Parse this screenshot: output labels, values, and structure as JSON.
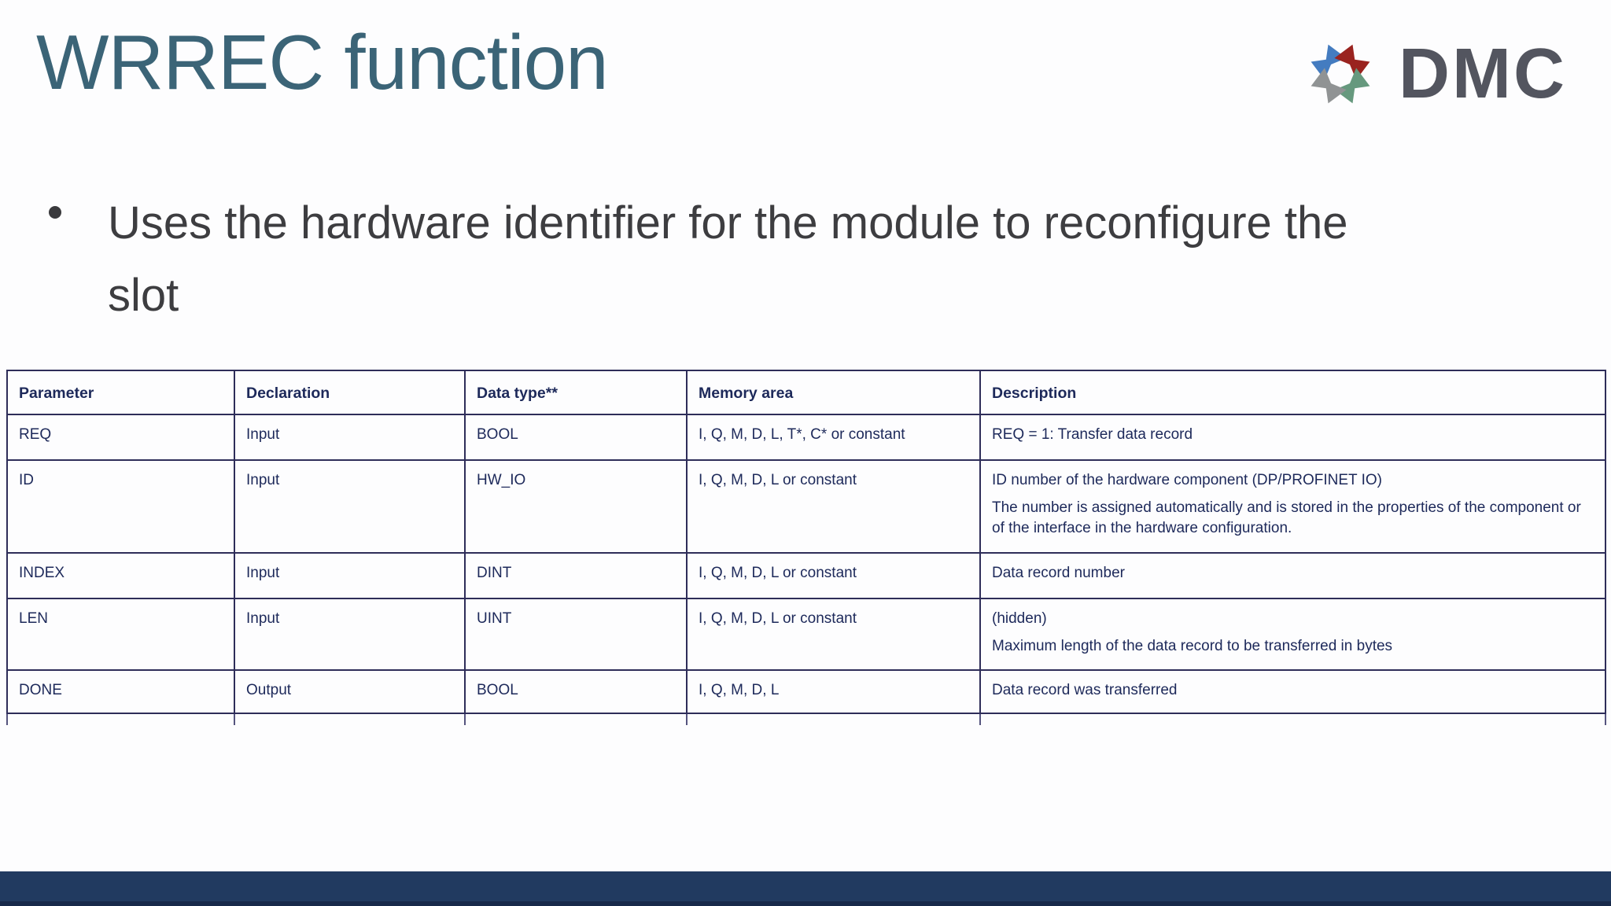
{
  "title": "WRREC function",
  "logo": {
    "text": "DMC",
    "icon": "pinwheel-icon"
  },
  "bullet": {
    "lines": [
      "Uses the hardware identifier for the module to reconfigure the",
      "slot"
    ]
  },
  "table": {
    "headers": [
      "Parameter",
      "Declaration",
      "Data type**",
      "Memory area",
      "Description"
    ],
    "rows": [
      {
        "parameter": "REQ",
        "declaration": "Input",
        "data_type": "BOOL",
        "memory_area": "I, Q, M, D, L, T*, C* or constant",
        "description": [
          "REQ = 1: Transfer data record"
        ]
      },
      {
        "parameter": "ID",
        "declaration": "Input",
        "data_type": "HW_IO",
        "memory_area": "I, Q, M, D, L or constant",
        "description": [
          "ID number of the hardware component (DP/PROFINET IO)",
          "The number is assigned automatically and is stored in the properties of the component or of the interface in the hardware configuration."
        ]
      },
      {
        "parameter": "INDEX",
        "declaration": "Input",
        "data_type": "DINT",
        "memory_area": "I, Q, M, D, L or constant",
        "description": [
          "Data record number"
        ]
      },
      {
        "parameter": "LEN",
        "declaration": "Input",
        "data_type": "UINT",
        "memory_area": "I, Q, M, D, L or constant",
        "description": [
          "(hidden)",
          "Maximum length of the data record to be transferred in bytes"
        ]
      },
      {
        "parameter": "DONE",
        "declaration": "Output",
        "data_type": "BOOL",
        "memory_area": "I, Q, M, D, L",
        "description": [
          "Data record was transferred"
        ]
      }
    ]
  },
  "theme": {
    "title-color": "#3b6477",
    "body-text": "#3d3d40",
    "ink": "#1d295a",
    "border": "#2e2d59",
    "footer": "#213a60",
    "footer-edge": "#17294a",
    "logo-text": "#53555f",
    "logo-blue": "#447cc0",
    "logo-red": "#9a231f",
    "logo-gray": "#909394",
    "logo-green": "#66997e"
  }
}
